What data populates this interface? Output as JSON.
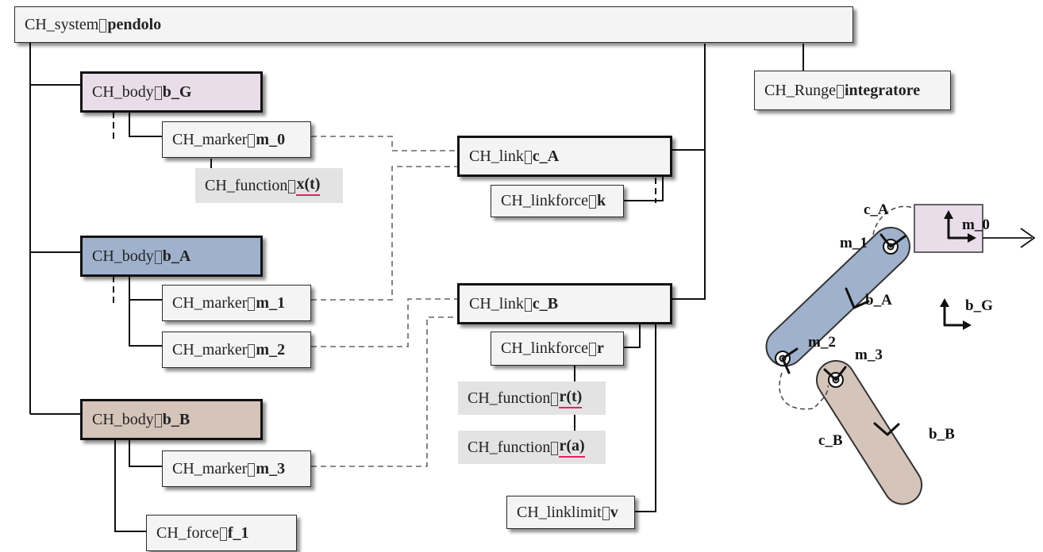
{
  "colors": {
    "body_G": "#e8dde8",
    "body_A": "#9fb1cc",
    "body_B": "#d5c4ba",
    "node": "#f4f4f4",
    "function_bg": "#e3e3e3",
    "underline": "#e0245e"
  },
  "nodes": {
    "system": {
      "cls": "CH_system",
      "name": "pendolo"
    },
    "runge": {
      "cls": "CH_Runge",
      "name": "integratore"
    },
    "body_g": {
      "cls": "CH_body",
      "name": "b_G"
    },
    "marker_m0": {
      "cls": "CH_marker",
      "name": "m_0"
    },
    "function_x": {
      "cls": "CH_function",
      "name": "x(t)"
    },
    "link_a": {
      "cls": "CH_link",
      "name": "c_A"
    },
    "linkforce_k": {
      "cls": "CH_linkforce",
      "name": "k"
    },
    "body_a": {
      "cls": "CH_body",
      "name": "b_A"
    },
    "marker_m1": {
      "cls": "CH_marker",
      "name": "m_1"
    },
    "marker_m2": {
      "cls": "CH_marker",
      "name": "m_2"
    },
    "link_b": {
      "cls": "CH_link",
      "name": "c_B"
    },
    "linkforce_r": {
      "cls": "CH_linkforce",
      "name": "r"
    },
    "function_rt": {
      "cls": "CH_function",
      "name": "r(t)"
    },
    "function_ra": {
      "cls": "CH_function",
      "name": "r(a)"
    },
    "body_b": {
      "cls": "CH_body",
      "name": "b_B"
    },
    "marker_m3": {
      "cls": "CH_marker",
      "name": "m_3"
    },
    "force_f1": {
      "cls": "CH_force",
      "name": "f_1"
    },
    "linklimit_v": {
      "cls": "CH_linklimit",
      "name": "v"
    }
  },
  "sketch": {
    "c_A": "c_A",
    "m_0": "m_0",
    "m_1": "m_1",
    "b_A": "b_A",
    "b_G": "b_G",
    "m_2": "m_2",
    "m_3": "m_3",
    "c_B": "c_B",
    "b_B": "b_B"
  }
}
